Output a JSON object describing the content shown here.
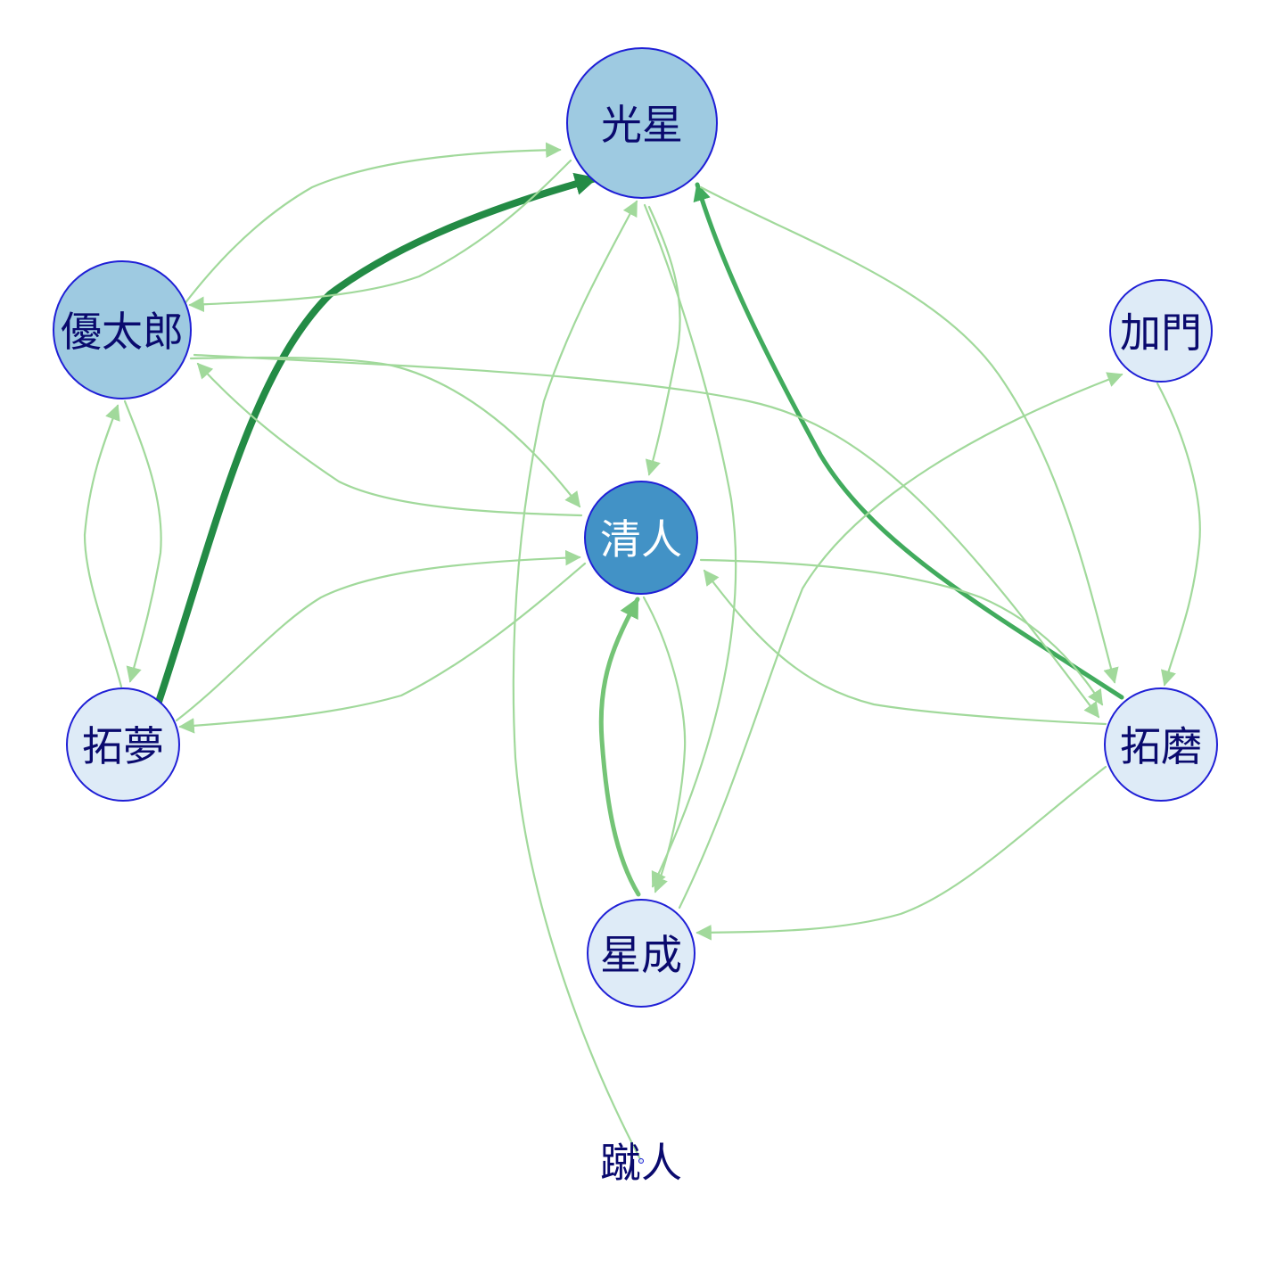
{
  "graph": {
    "nodes": [
      {
        "id": "kousei",
        "label": "光星",
        "fill": "#9ecae1",
        "text_color": "#0a0a6e"
      },
      {
        "id": "yutaro",
        "label": "優太郎",
        "fill": "#9ecae1",
        "text_color": "#0a0a6e"
      },
      {
        "id": "kado",
        "label": "加門",
        "fill": "#deebf7",
        "text_color": "#0a0a6e"
      },
      {
        "id": "kiyoto",
        "label": "清人",
        "fill": "#4292c6",
        "text_color": "#ffffff"
      },
      {
        "id": "takumu",
        "label": "拓夢",
        "fill": "#deebf7",
        "text_color": "#0a0a6e"
      },
      {
        "id": "takuma",
        "label": "拓磨",
        "fill": "#deebf7",
        "text_color": "#0a0a6e"
      },
      {
        "id": "seina",
        "label": "星成",
        "fill": "#deebf7",
        "text_color": "#0a0a6e"
      },
      {
        "id": "shuto",
        "label": "蹴人",
        "fill": "#deebf7",
        "text_color": "#0a0a6e"
      }
    ],
    "edges": [
      {
        "from": "takumu",
        "to": "kousei",
        "color": "#238b45",
        "weight": "strong"
      },
      {
        "from": "takuma",
        "to": "kousei",
        "color": "#41ab5d",
        "weight": "medium"
      },
      {
        "from": "seina",
        "to": "kiyoto",
        "color": "#74c476",
        "weight": "medium"
      },
      {
        "from": "yutaro",
        "to": "kousei",
        "color": "#a1d99b",
        "weight": "light"
      },
      {
        "from": "kousei",
        "to": "yutaro",
        "color": "#a1d99b",
        "weight": "light"
      },
      {
        "from": "kousei",
        "to": "kiyoto",
        "color": "#a1d99b",
        "weight": "light"
      },
      {
        "from": "kousei",
        "to": "seina",
        "color": "#a1d99b",
        "weight": "light"
      },
      {
        "from": "kousei",
        "to": "takuma",
        "color": "#a1d99b",
        "weight": "light"
      },
      {
        "from": "yutaro",
        "to": "kiyoto",
        "color": "#a1d99b",
        "weight": "light"
      },
      {
        "from": "kiyoto",
        "to": "yutaro",
        "color": "#a1d99b",
        "weight": "light"
      },
      {
        "from": "yutaro",
        "to": "takumu",
        "color": "#a1d99b",
        "weight": "light"
      },
      {
        "from": "takumu",
        "to": "yutaro",
        "color": "#a1d99b",
        "weight": "light"
      },
      {
        "from": "yutaro",
        "to": "takuma",
        "color": "#a1d99b",
        "weight": "light"
      },
      {
        "from": "takumu",
        "to": "kiyoto",
        "color": "#a1d99b",
        "weight": "light"
      },
      {
        "from": "kiyoto",
        "to": "takumu",
        "color": "#a1d99b",
        "weight": "light"
      },
      {
        "from": "kiyoto",
        "to": "seina",
        "color": "#a1d99b",
        "weight": "light"
      },
      {
        "from": "kiyoto",
        "to": "takuma",
        "color": "#a1d99b",
        "weight": "light"
      },
      {
        "from": "takuma",
        "to": "kiyoto",
        "color": "#a1d99b",
        "weight": "light"
      },
      {
        "from": "kado",
        "to": "takuma",
        "color": "#a1d99b",
        "weight": "light"
      },
      {
        "from": "seina",
        "to": "kado",
        "color": "#a1d99b",
        "weight": "light"
      },
      {
        "from": "takuma",
        "to": "seina",
        "color": "#a1d99b",
        "weight": "light"
      },
      {
        "from": "shuto",
        "to": "kousei",
        "color": "#a1d99b",
        "weight": "light"
      }
    ]
  }
}
